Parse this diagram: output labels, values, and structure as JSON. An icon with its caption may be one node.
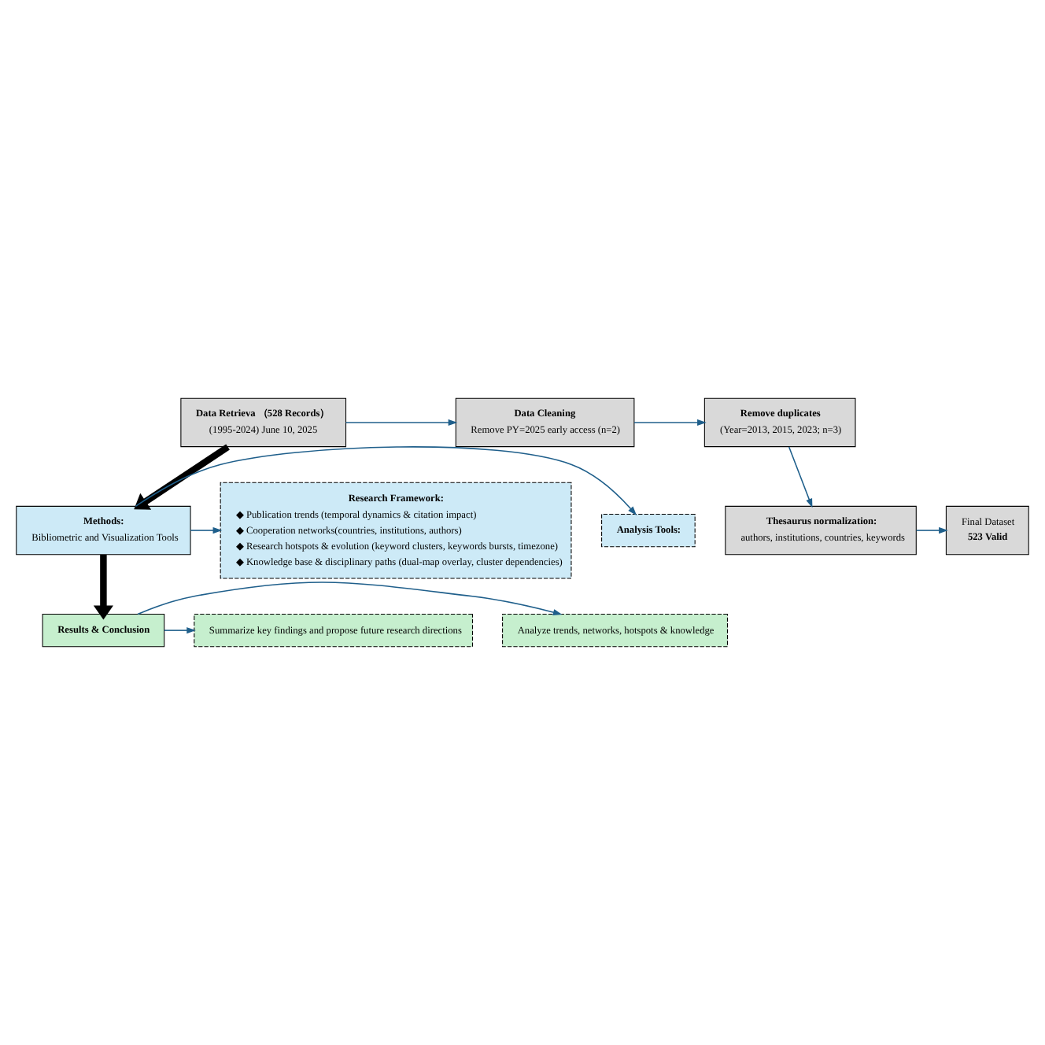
{
  "diagram": {
    "nodes": [
      {
        "text": [
          "Data Retrieva （528 Records）",
          "(1995-2024) June 10, 2025"
        ]
      },
      {
        "text": [
          "Data Cleaning",
          "Remove PY=2025 early access (n=2)"
        ]
      },
      {
        "text": [
          "Remove duplicates",
          "(Year=2013, 2015, 2023; n=3)"
        ]
      },
      {
        "text": [
          "Thesaurus normalization:",
          "authors, institutions, countries, keywords"
        ]
      },
      {
        "text": [
          "Final Dataset",
          "523 Valid"
        ]
      },
      {
        "text": [
          "Methods:",
          "Bibliometric and Visualization Tools"
        ]
      },
      {
        "text": [
          "Analysis Tools:"
        ]
      },
      {
        "text": [
          "Research Framework:",
          "◆ Publication trends (temporal dynamics & citation impact)",
          "◆ Cooperation networks(countries, institutions, authors)",
          "◆ Research hotspots & evolution (keyword clusters, keywords bursts, timezone)",
          "◆ Knowledge base & disciplinary paths (dual-map overlay, cluster dependencies)"
        ]
      },
      {
        "text": [
          "Results & Conclusion"
        ]
      },
      {
        "text": [
          "Analyze trends, networks, hotspots & knowledge"
        ]
      },
      {
        "text": [
          "Summarize key findings and propose future research directions"
        ]
      }
    ],
    "edges": [
      {
        "from": 0,
        "to": 1,
        "arrow": "to"
      },
      {
        "from": 1,
        "to": 2,
        "arrow": "to"
      },
      {
        "from": 2,
        "to": 3,
        "arrow": "to"
      },
      {
        "from": 3,
        "to": 4,
        "arrow": "to"
      },
      {
        "from": 0,
        "to": 5,
        "arrow": "to",
        "style": "thick",
        "color": "#000000"
      },
      {
        "from": 5,
        "to": 6,
        "arrow": "to"
      },
      {
        "from": 5,
        "to": 7,
        "arrow": "to"
      },
      {
        "from": 5,
        "to": 8,
        "arrow": "to",
        "style": "thick",
        "color": "#000000"
      },
      {
        "from": 8,
        "to": 9,
        "arrow": "to"
      },
      {
        "from": 8,
        "to": 10,
        "arrow": "to"
      }
    ]
  }
}
